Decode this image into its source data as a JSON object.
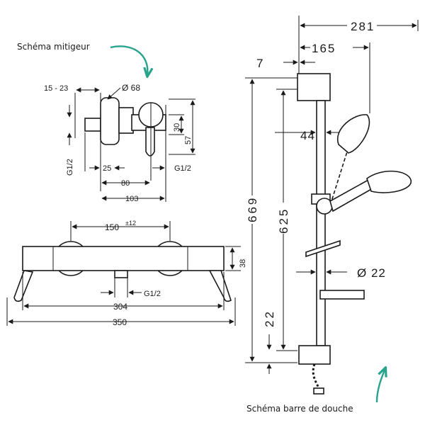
{
  "captions": {
    "mixer": "Schéma mitigeur",
    "shower_bar": "Schéma barre de douche"
  },
  "accent_color": "#2aa38e",
  "line_color": "#1a1a1a",
  "mixer_dims": {
    "offset": "15 - 23",
    "diameter": "Ø 68",
    "d30": "30",
    "d57": "57",
    "g12_left": "G1/2",
    "d25": "25",
    "g12_right": "G1/2",
    "d80": "80",
    "d103": "103"
  },
  "front_dims": {
    "d150": "150",
    "tolerance": "±12",
    "d38": "38",
    "g12": "G1/2",
    "d304": "304",
    "d350": "350"
  },
  "bar_dims": {
    "d281": "281",
    "d165": "165",
    "d7": "7",
    "d44": "44",
    "d669": "669",
    "d625": "625",
    "d22_diam": "Ø 22",
    "d22_bottom": "22"
  }
}
